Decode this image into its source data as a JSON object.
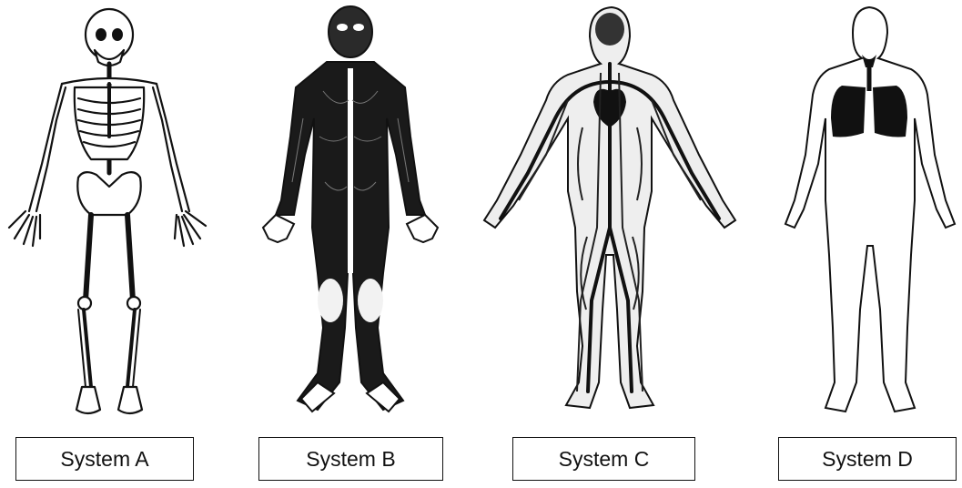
{
  "systems": [
    {
      "label": "System A",
      "depiction": "skeleton-icon"
    },
    {
      "label": "System B",
      "depiction": "muscle-icon"
    },
    {
      "label": "System C",
      "depiction": "circulatory-icon"
    },
    {
      "label": "System D",
      "depiction": "lungs-icon"
    }
  ]
}
